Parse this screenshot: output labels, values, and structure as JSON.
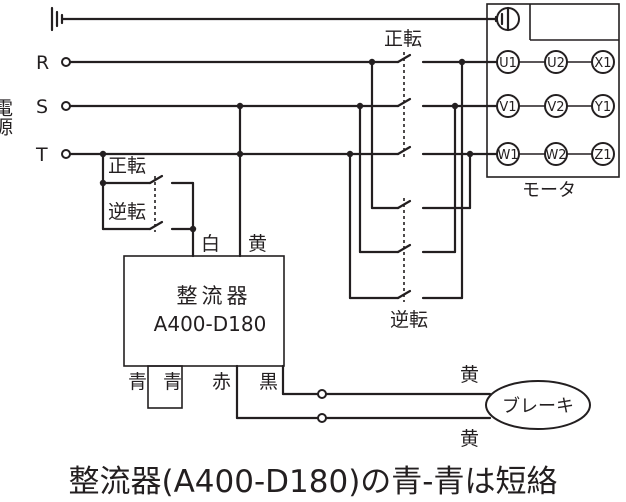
{
  "power_source": {
    "label": "電源",
    "phase_r": "R",
    "phase_s": "S",
    "phase_t": "T"
  },
  "motor": {
    "label": "モータ",
    "terminals": {
      "u1": "U1",
      "u2": "U2",
      "x1": "X1",
      "v1": "V1",
      "v2": "V2",
      "y1": "Y1",
      "w1": "W1",
      "w2": "W2",
      "z1": "Z1"
    }
  },
  "switches": {
    "forward_main": "正転",
    "reverse_main": "逆転",
    "forward_control": "正転",
    "reverse_control": "逆転"
  },
  "rectifier": {
    "name": "整流器",
    "model": "A400-D180",
    "wire_white": "白",
    "wire_yellow": "黄",
    "wire_blue_1": "青",
    "wire_blue_2": "青",
    "wire_red": "赤",
    "wire_black": "黒"
  },
  "brake": {
    "label": "ブレーキ",
    "wire_yellow_top": "黄",
    "wire_yellow_bottom": "黄"
  },
  "caption": "整流器(A400-D180)の青-青は短絡"
}
